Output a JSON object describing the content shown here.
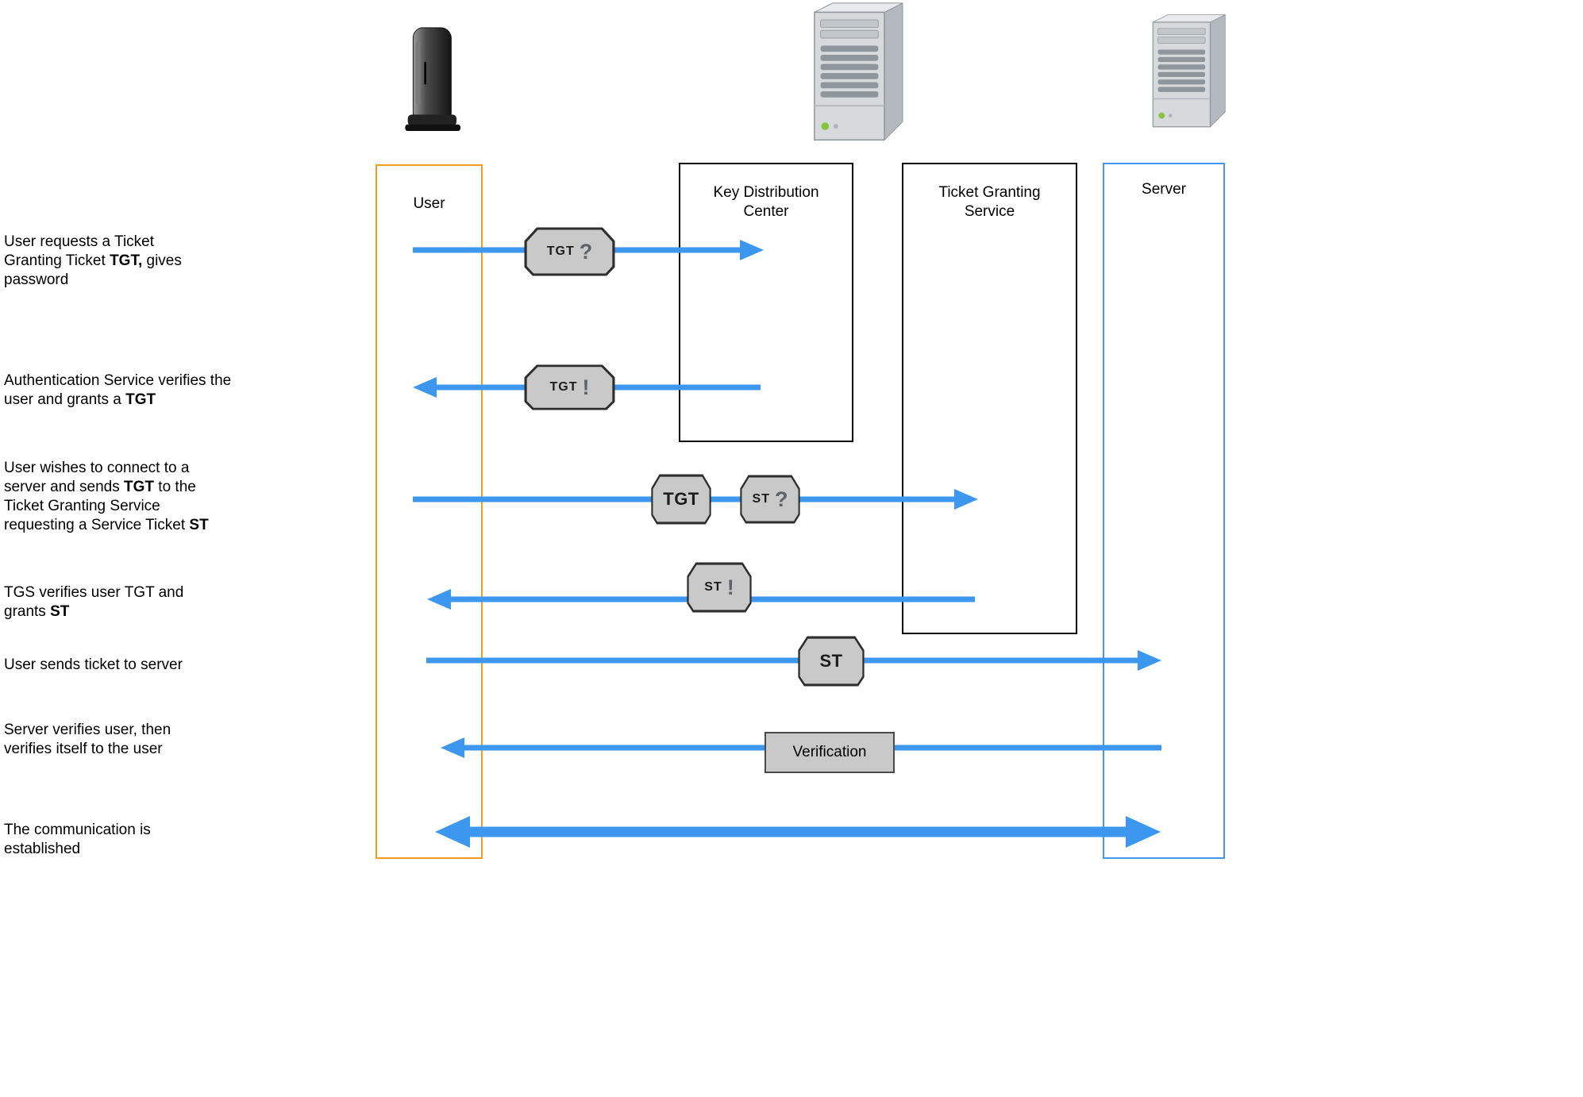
{
  "colors": {
    "arrow_blue": "#3e97ee",
    "user_lane_border": "#f59a23",
    "server_lane_border": "#4596ef",
    "kdc_lane_border": "#000000",
    "badge_fill": "#c9c9c9",
    "badge_border": "#2e2e2e"
  },
  "lanes": {
    "user": {
      "label": "User"
    },
    "kdc": {
      "label": "Key Distribution Center"
    },
    "tgs": {
      "label": "Ticket Granting Service"
    },
    "server": {
      "label": "Server"
    }
  },
  "icons": {
    "client": "client-tower-icon",
    "kdc_server": "server-tower-icon",
    "app_server": "server-tower-icon"
  },
  "steps": [
    {
      "parts": [
        {
          "text": "User requests a Ticket Granting Ticket ",
          "bold": false
        },
        {
          "text": "TGT,",
          "bold": true
        },
        {
          "text": " gives password",
          "bold": false
        }
      ]
    },
    {
      "parts": [
        {
          "text": "Authentication Service verifies the user and grants a ",
          "bold": false
        },
        {
          "text": "TGT",
          "bold": true
        }
      ]
    },
    {
      "parts": [
        {
          "text": "User wishes to connect to a server and sends ",
          "bold": false
        },
        {
          "text": "TGT",
          "bold": true
        },
        {
          "text": " to the Ticket Granting Service requesting a Service Ticket ",
          "bold": false
        },
        {
          "text": "ST",
          "bold": true
        }
      ]
    },
    {
      "parts": [
        {
          "text": "TGS verifies user TGT and grants ",
          "bold": false
        },
        {
          "text": "ST",
          "bold": true
        }
      ]
    },
    {
      "parts": [
        {
          "text": "User sends ticket to server",
          "bold": false
        }
      ]
    },
    {
      "parts": [
        {
          "text": "Server verifies user, then verifies itself to the user",
          "bold": false
        }
      ]
    },
    {
      "parts": [
        {
          "text": "The communication is established",
          "bold": false
        }
      ]
    }
  ],
  "badges": {
    "tgt_request": {
      "main": "TGT",
      "suffix": "?"
    },
    "tgt_grant": {
      "main": "TGT",
      "suffix": "!"
    },
    "tgt_send": {
      "main": "TGT",
      "suffix": ""
    },
    "st_request": {
      "main": "ST",
      "suffix": "?"
    },
    "st_grant": {
      "main": "ST",
      "suffix": "!"
    },
    "st_send": {
      "main": "ST",
      "suffix": ""
    },
    "verification": {
      "label": "Verification"
    }
  }
}
